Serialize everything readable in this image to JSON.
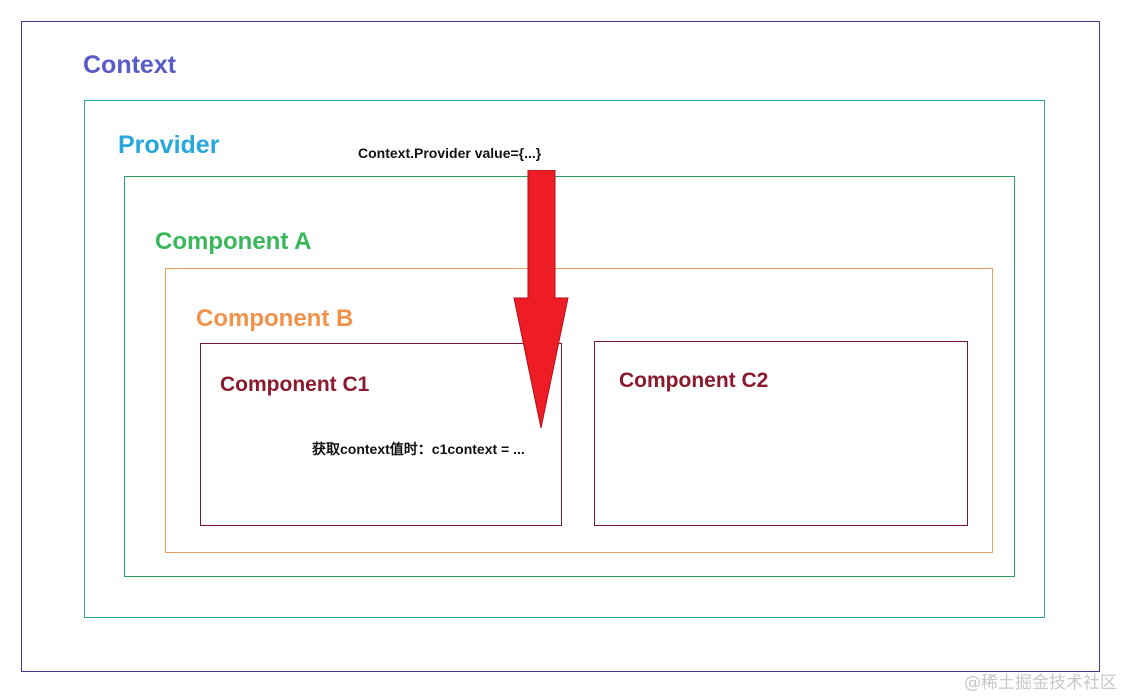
{
  "diagram": {
    "context_label": "Context",
    "provider_label": "Provider",
    "component_a_label": "Component A",
    "component_b_label": "Component B",
    "component_c1_label": "Component C1",
    "component_c2_label": "Component C2",
    "provider_code": "Context.Provider  value={...}",
    "c1_note": "获取context值时：c1context = ..."
  },
  "watermark": "@稀土掘金技术社区",
  "colors": {
    "context": "#5a5ac8",
    "provider": "#27a8dc",
    "component_a": "#39b85a",
    "component_b": "#f0924a",
    "component_c": "#8b1a2e",
    "arrow": "#ee1c25"
  }
}
